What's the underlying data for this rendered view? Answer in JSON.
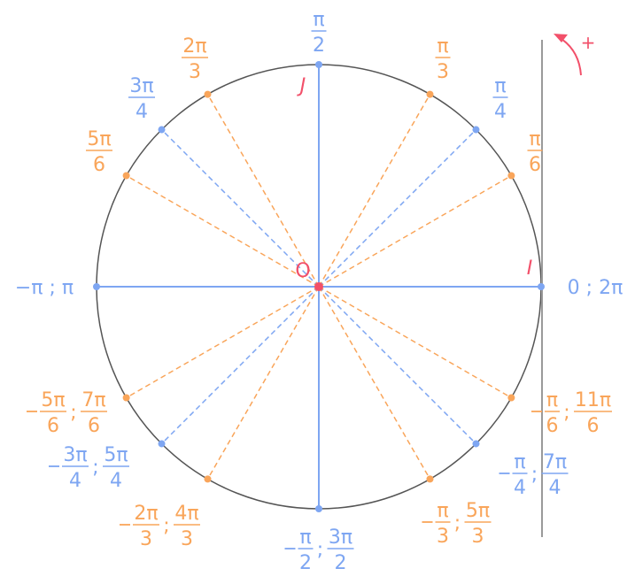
{
  "colors": {
    "blue": "#7ea6f2",
    "orange": "#f9a55a",
    "red": "#f2506a",
    "circle": "#555555",
    "tangent": "#9a9a9a"
  },
  "marks": {
    "origin": "O",
    "i": "I",
    "j": "J",
    "direction": "+"
  },
  "points": [
    {
      "deg": 0,
      "color": "blue",
      "label": [
        {
          "text": "0 ; 2π"
        }
      ]
    },
    {
      "deg": 30,
      "color": "orange",
      "label": [
        {
          "num": "π",
          "den": "6"
        }
      ]
    },
    {
      "deg": 45,
      "color": "blue",
      "label": [
        {
          "num": "π",
          "den": "4"
        }
      ]
    },
    {
      "deg": 60,
      "color": "orange",
      "label": [
        {
          "num": "π",
          "den": "3"
        }
      ]
    },
    {
      "deg": 90,
      "color": "blue",
      "label": [
        {
          "num": "π",
          "den": "2"
        }
      ]
    },
    {
      "deg": 120,
      "color": "orange",
      "label": [
        {
          "num": "2π",
          "den": "3"
        }
      ]
    },
    {
      "deg": 135,
      "color": "blue",
      "label": [
        {
          "num": "3π",
          "den": "4"
        }
      ]
    },
    {
      "deg": 150,
      "color": "orange",
      "label": [
        {
          "num": "5π",
          "den": "6"
        }
      ]
    },
    {
      "deg": 180,
      "color": "blue",
      "label": [
        {
          "text": "−π ; π"
        }
      ]
    },
    {
      "deg": 210,
      "color": "orange",
      "label": [
        {
          "minus": true,
          "num": "5π",
          "den": "6"
        },
        {
          "num": "7π",
          "den": "6"
        }
      ]
    },
    {
      "deg": 225,
      "color": "blue",
      "label": [
        {
          "minus": true,
          "num": "3π",
          "den": "4"
        },
        {
          "num": "5π",
          "den": "4"
        }
      ]
    },
    {
      "deg": 240,
      "color": "orange",
      "label": [
        {
          "minus": true,
          "num": "2π",
          "den": "3"
        },
        {
          "num": "4π",
          "den": "3"
        }
      ]
    },
    {
      "deg": 270,
      "color": "blue",
      "label": [
        {
          "minus": true,
          "num": "π",
          "den": "2"
        },
        {
          "num": "3π",
          "den": "2"
        }
      ]
    },
    {
      "deg": 300,
      "color": "orange",
      "label": [
        {
          "minus": true,
          "num": "π",
          "den": "3"
        },
        {
          "num": "5π",
          "den": "3"
        }
      ]
    },
    {
      "deg": 315,
      "color": "blue",
      "label": [
        {
          "minus": true,
          "num": "π",
          "den": "4"
        },
        {
          "num": "7π",
          "den": "4"
        }
      ]
    },
    {
      "deg": 330,
      "color": "orange",
      "label": [
        {
          "minus": true,
          "num": "π",
          "den": "6"
        },
        {
          "num": "11π",
          "den": "6"
        }
      ]
    }
  ]
}
